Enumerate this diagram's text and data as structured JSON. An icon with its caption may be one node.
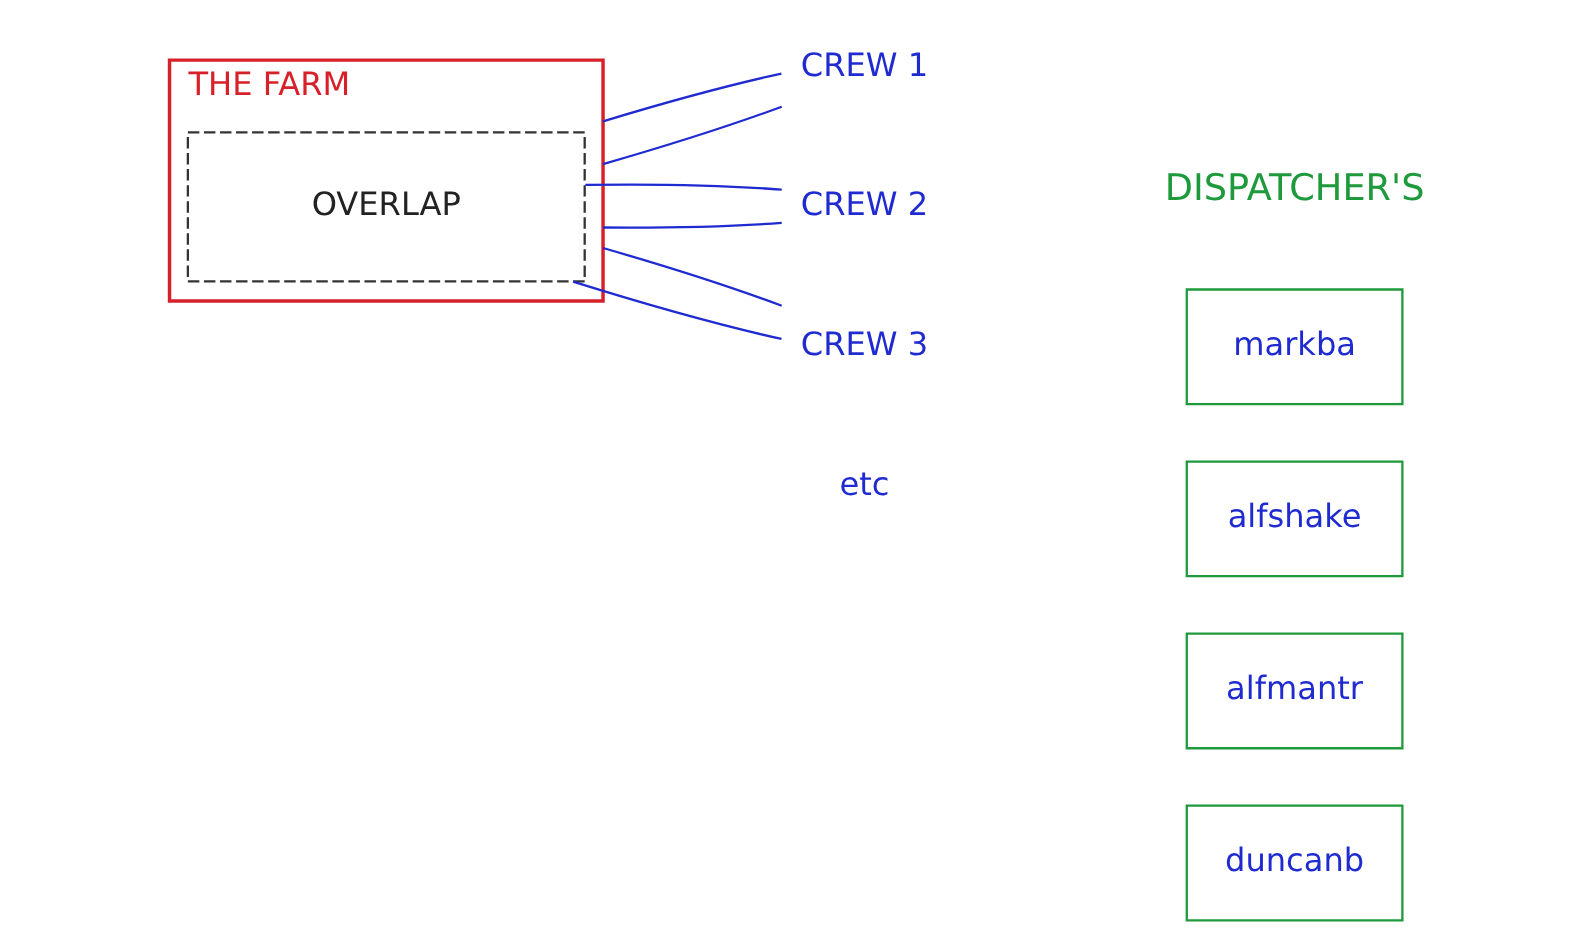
{
  "diagram": {
    "nodes": [
      {
        "text": [
          "THE FARM"
        ]
      },
      {
        "text": [
          "OVERLAP"
        ],
        "in": 0
      },
      {
        "text": [
          "CREW 1"
        ]
      },
      {
        "text": [
          "CREW 2"
        ]
      },
      {
        "text": [
          "CREW 3"
        ]
      },
      {
        "text": [
          "markba"
        ]
      },
      {
        "text": [
          "alfshake"
        ]
      },
      {
        "text": [
          "alfmantr"
        ]
      },
      {
        "text": [
          "duncanb"
        ]
      }
    ],
    "edges": [
      {
        "from": 0,
        "to": 2,
        "arrow": "none"
      },
      {
        "from": 0,
        "to": 2,
        "arrow": "none"
      },
      {
        "from": 0,
        "to": 3,
        "arrow": "none"
      },
      {
        "from": 1,
        "to": 3,
        "arrow": "none"
      },
      {
        "from": 1,
        "to": 4,
        "arrow": "none"
      },
      {
        "from": 0,
        "to": 4,
        "arrow": "none"
      }
    ],
    "labels": [
      "DISPATCHER'S",
      "etc"
    ]
  }
}
